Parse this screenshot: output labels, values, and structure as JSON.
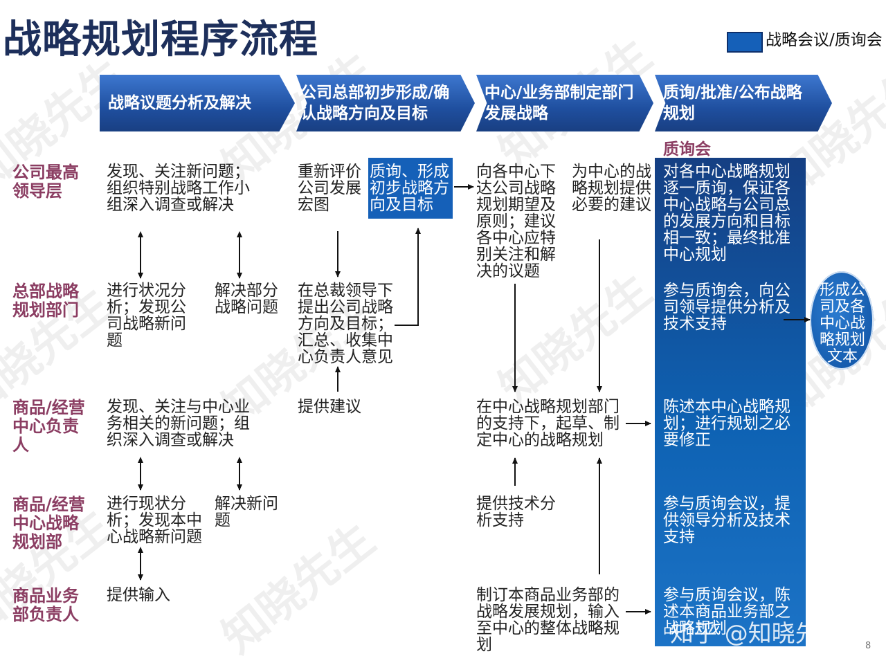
{
  "title": "战略规划程序流程",
  "legend": {
    "color": "#1560b8",
    "label": "战略会议/质询会"
  },
  "phases": [
    "战略议题分析及解决",
    "公司总部初步形成/确认战略方向及目标",
    "中心/业务部制定部门发展战略",
    "质询/批准/公布战略规划"
  ],
  "subhead": "质询会",
  "rows": [
    "公司最高领导层",
    "总部战略规划部门",
    "商品/经营中心负责人",
    "商品/经营中心战略规划部",
    "商品业务部负责人"
  ],
  "cells": {
    "r1_c1": "发现、关注新问题；组织特别战略工作小组深入调查或解决",
    "r1_c2a": "重新评价公司发展宏图",
    "r1_c2b": "质询、形成初步战略方向及目标",
    "r1_c3a": "向各中心下达公司战略规划期望及原则；建议各中心应特别关注和解决的议题",
    "r1_c3b": "为中心的战略规划提供必要的建议",
    "r1_c4": "对各中心战略规划逐一质询，保证各中心战略与公司总的发展方向和目标相一致；最终批准中心规划",
    "r2_c1a": "进行状况分析；发现公司战略新问题",
    "r2_c1b": "解决部分战略问题",
    "r2_c2": "在总裁领导下提出公司战略方向及目标；汇总、收集中心负责人意见",
    "r2_c4": "参与质询会，向公司领导提供分析及技术支持",
    "r2_out": "形成公司及各中心战略规划文本",
    "r3_c1": "发现、关注与中心业务相关的新问题；组织深入调查或解决",
    "r3_c2": "提供建议",
    "r3_c3": "在中心战略规划部门的支持下，起草、制定中心的战略规划",
    "r3_c4": "陈述本中心战略规划；进行规划之必要修正",
    "r4_c1a": "进行现状分析；发现本中心战略新问题",
    "r4_c1b": "解决新问题",
    "r4_c3": "提供技术分析支持",
    "r4_c4": "参与质询会议，提供领导分析及技术支持",
    "r5_c1": "提供输入",
    "r5_c3": "制订本商品业务部的战略发展规划，输入至中心的整体战略规划",
    "r5_c4": "参与质询会议，陈述本商品业务部之战略规划"
  },
  "watermark": "知晓先生",
  "footer_watermark": "知乎 @知晓先生",
  "page_number": "8"
}
